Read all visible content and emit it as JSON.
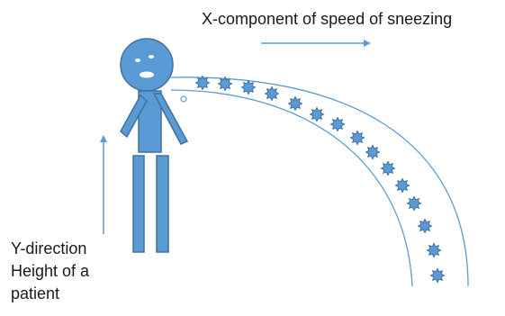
{
  "labels": {
    "x_component": "X-component of speed of sneezing",
    "y_direction": {
      "line1": "Y-direction",
      "line2": "Height of a",
      "line3": "patient"
    }
  },
  "colors": {
    "figure_fill": "#5b9bd5",
    "figure_stroke": "#41719c",
    "line": "#5b9bd5",
    "text": "#1a1a1a"
  },
  "icons": {
    "droplet": "spiked-star-icon",
    "person": "stick-figure-icon"
  }
}
